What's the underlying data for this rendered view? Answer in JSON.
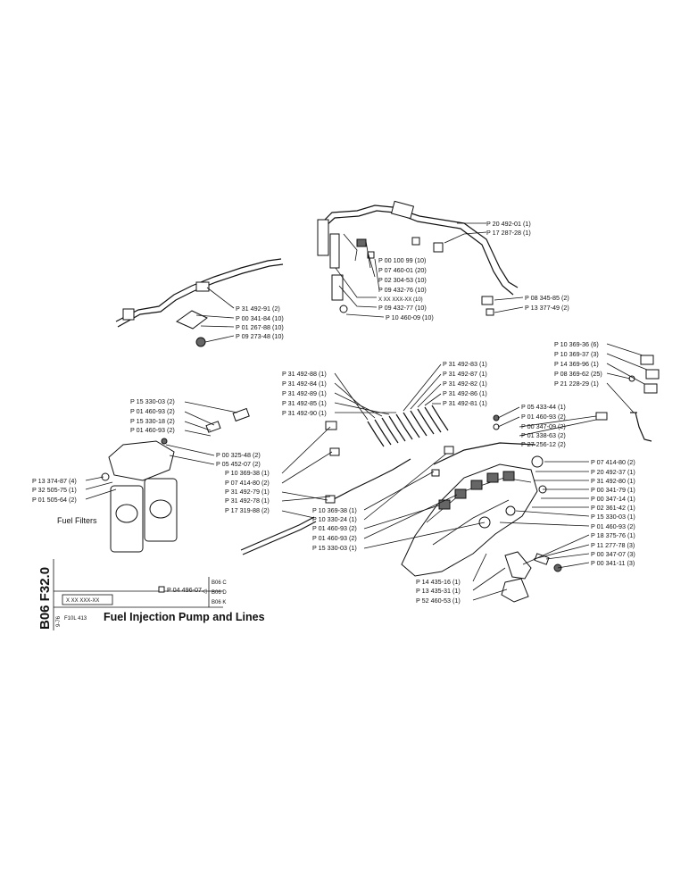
{
  "title_block": {
    "section_code": "B06 F32.0",
    "date_code": "9-76",
    "engine": "F10L 413",
    "title": "Fuel Injection Pump and Lines",
    "serial_box": "X XX XXX-XX",
    "alt_part": "P 04 496-07",
    "variants": [
      "B06 C",
      "B06 D",
      "B06 K"
    ]
  },
  "fuel_filters_label": "Fuel Filters",
  "part_groups": {
    "top_line": [
      "P 20 492-01 (1)",
      "P 17 287-28 (1)",
      "P 00 100 99 (10)",
      "P 07 460-01 (20)",
      "P 02 304-53 (10)",
      "P 09 432-76 (10)",
      "X XX XXX-XX (10)",
      "P 09 432-77 (10)",
      "P 10 460-09 (10)",
      "P 08 345-85 (2)",
      "P 13 377-49 (2)"
    ],
    "left_line": [
      "P 31 492-91 (2)",
      "P 00 341-84 (10)",
      "P 01 267-88 (10)",
      "P 09 273-48 (10)"
    ],
    "right_bracket": [
      "P 10 369-36 (6)",
      "P 10 369-37 (3)",
      "P 14 369-96 (1)",
      "P 08 369-62 (25)",
      "P 21 228-29 (1)"
    ],
    "injector_lines_left": [
      "P 31 492-88 (1)",
      "P 31 492-84 (1)",
      "P 31 492-89 (1)",
      "P 31 492-85 (1)",
      "P 31 492-90 (1)"
    ],
    "injector_lines_right": [
      "P 31 492-83 (1)",
      "P 31 492-87 (1)",
      "P 31 492-82 (1)",
      "P 31 492-86 (1)",
      "P 31 492-81 (1)"
    ],
    "filter_fittings": [
      "P 15 330-03 (2)",
      "P 01 460-93 (2)",
      "P 15 330-18 (2)",
      "P 01 460-93 (2)"
    ],
    "filter_parts_right": [
      "P 00 325-48 (2)",
      "P 05 452-07 (2)"
    ],
    "filter_parts_left": [
      "P 13 374-87 (4)",
      "P 32 505-75 (1)",
      "P 01 505-64 (2)"
    ],
    "mid_lines": [
      "P 10 369-38 (1)",
      "P 07 414-80 (2)",
      "P 31 492-79 (1)",
      "P 31 492-78 (1)",
      "P 17 319-88 (2)"
    ],
    "pump_center": [
      "P 10 369-38 (1)",
      "P 10 330-24 (1)",
      "P 01 460-93 (2)",
      "P 01 460-93 (2)",
      "P 15 330-03 (1)"
    ],
    "pump_upper_right": [
      "P 05 433-44 (1)",
      "P 01 460-93 (2)",
      "P 00 347-09 (2)",
      "P 01 338-63 (2)",
      "P 27 256-12 (2)"
    ],
    "pump_right": [
      "P 07 414-80 (2)",
      "P 20 492-37 (1)",
      "P 31 492-80 (1)",
      "P 00 341-79 (1)",
      "P 00 347-14 (1)",
      "P 02 361-42 (1)",
      "P 15 330-03 (1)",
      "P 01 460-93 (2)",
      "P 18 375-76 (1)",
      "P 11 277-78 (3)",
      "P 00 347-07 (3)",
      "P 00 341-11 (3)"
    ],
    "pump_bottom": [
      "P 14 435-16 (1)",
      "P 13 435-31 (1)",
      "P 52 460-53 (1)"
    ]
  }
}
